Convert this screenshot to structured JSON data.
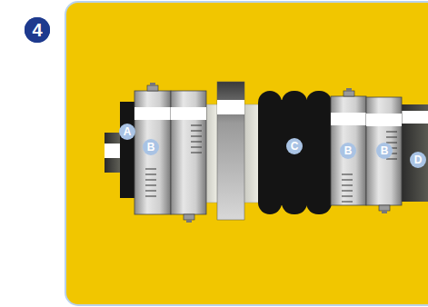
{
  "diagram": {
    "labels": [
      "4",
      "A",
      "B",
      "C",
      "B",
      "B",
      "D"
    ]
  }
}
